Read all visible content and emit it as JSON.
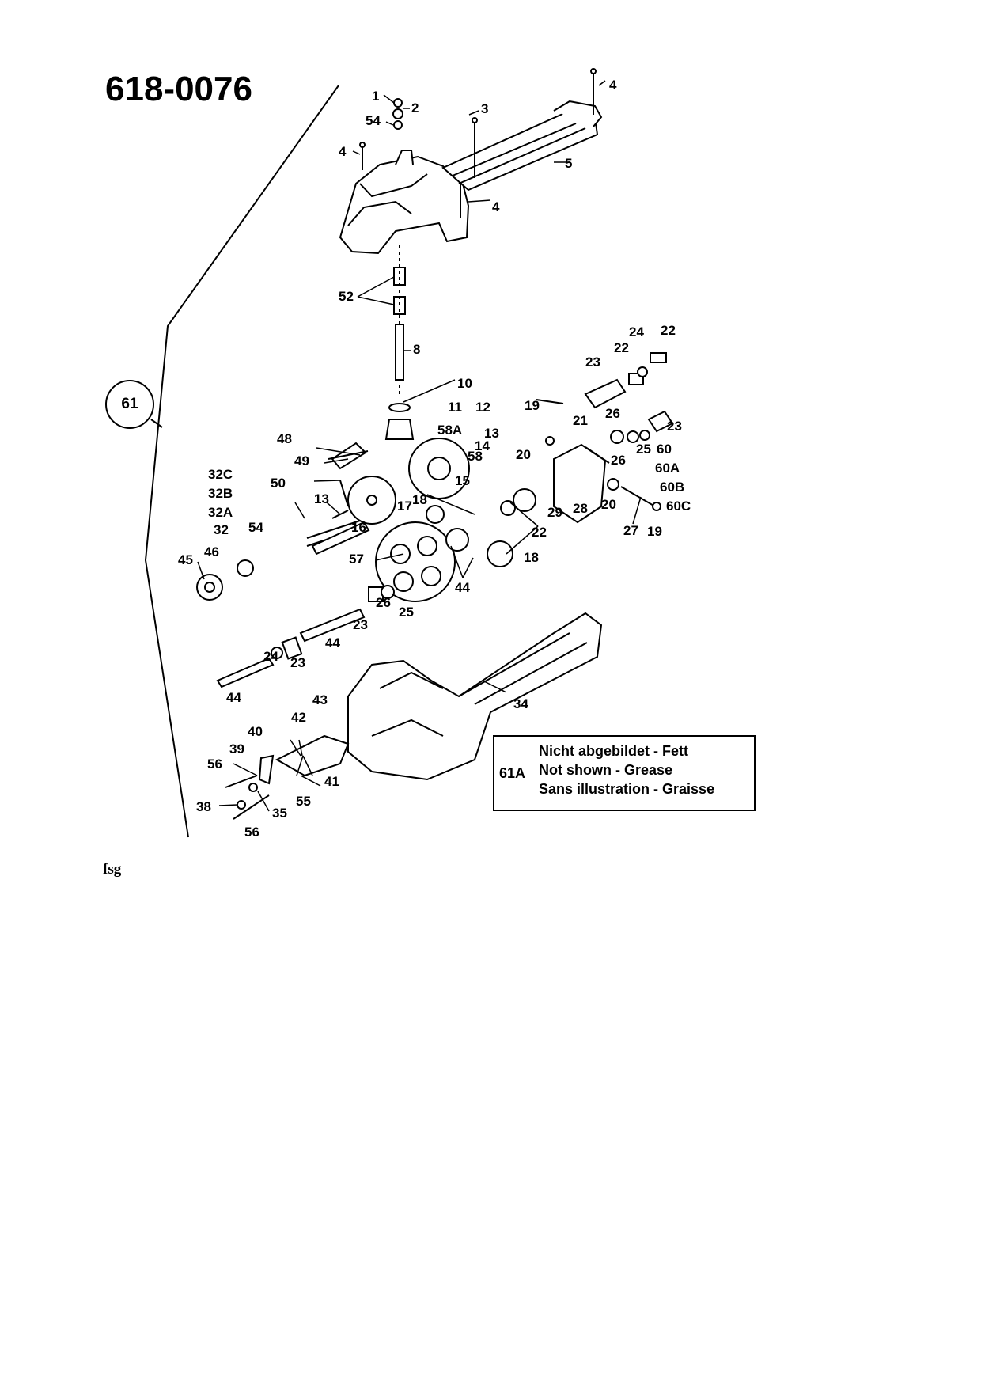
{
  "title": "618-0076",
  "footer": "fsg",
  "callout": "61",
  "note": {
    "code": "61A",
    "lines": [
      "Nicht abgebildet - Fett",
      "Not shown - Grease",
      "Sans illustration - Graisse"
    ]
  },
  "part_labels": [
    "1",
    "2",
    "54",
    "3",
    "4",
    "4",
    "5",
    "4",
    "52",
    "8",
    "10",
    "11",
    "12",
    "13",
    "58A",
    "14",
    "58",
    "19",
    "21",
    "26",
    "23",
    "24",
    "22",
    "23",
    "22",
    "48",
    "49",
    "50",
    "32C",
    "32B",
    "32A",
    "15",
    "18",
    "17",
    "16",
    "13",
    "32",
    "54",
    "20",
    "26",
    "25",
    "60",
    "60A",
    "60B",
    "60C",
    "28",
    "20",
    "29",
    "22",
    "27",
    "19",
    "18",
    "57",
    "44",
    "46",
    "45",
    "26",
    "25",
    "23",
    "44",
    "24",
    "23",
    "44",
    "34",
    "43",
    "42",
    "40",
    "39",
    "56",
    "41",
    "55",
    "38",
    "35",
    "56"
  ]
}
